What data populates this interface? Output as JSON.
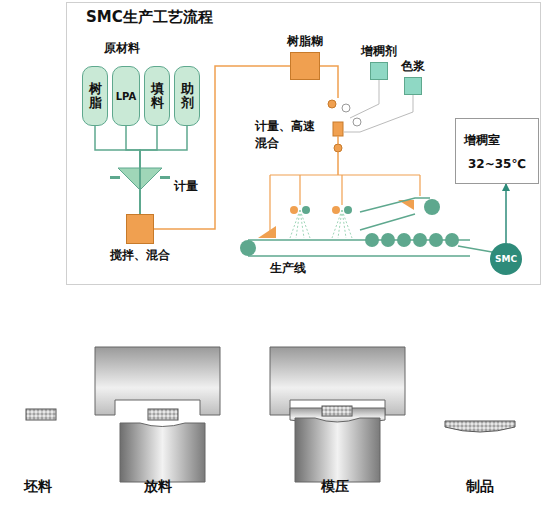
{
  "diagram": {
    "title": "SMC生产工艺流程",
    "nodes": [
      {
        "text": [
          "树脂"
        ]
      },
      {
        "text": [
          "LPA"
        ]
      },
      {
        "text": [
          "填料"
        ]
      },
      {
        "text": [
          "助剂"
        ]
      },
      {
        "text": [
          "搅拌、混合"
        ]
      },
      {
        "text": [
          "树脂糊"
        ]
      },
      {
        "text": [
          "增稠剂"
        ]
      },
      {
        "text": [
          "色浆"
        ]
      },
      {
        "text": [
          "增稠室",
          "32~35℃"
        ]
      },
      {
        "text": [
          "SMC"
        ]
      }
    ],
    "edges": [
      {
        "from": 0,
        "to": 4,
        "arrow": "none"
      },
      {
        "from": 1,
        "to": 4,
        "arrow": "none"
      },
      {
        "from": 2,
        "to": 4,
        "arrow": "none"
      },
      {
        "from": 3,
        "to": 4,
        "arrow": "none"
      },
      {
        "from": 4,
        "to": 5,
        "arrow": "none"
      },
      {
        "from": 9,
        "to": 8,
        "arrow": "to"
      }
    ],
    "labels": [
      "原材料",
      "计量",
      "计量、高速混合",
      "生产线",
      "坯料",
      "放料",
      "模压",
      "制品"
    ]
  }
}
